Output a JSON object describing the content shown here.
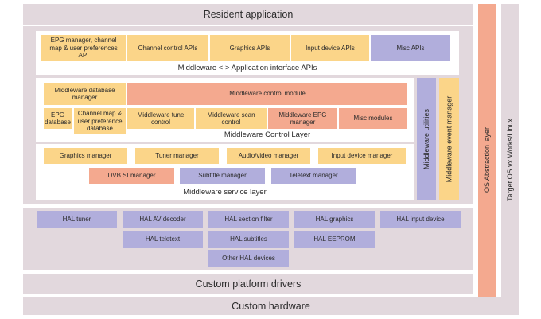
{
  "colors": {
    "band": "#e2d8dd",
    "orange": "#fbd589",
    "salmon": "#f4a98f",
    "purple": "#b1aedc",
    "panel": "#ffffff"
  },
  "top_band": {
    "label": "Resident application"
  },
  "api_layer": {
    "boxes": [
      "EPG manager, channel map & user preferences API",
      "Channel control APIs",
      "Graphics APIs",
      "Input device APIs",
      "Misc APIs"
    ],
    "label": "Middleware < > Application interface APIs"
  },
  "control_layer": {
    "db_manager": "Middleware database manager",
    "control_module": "Middleware control module",
    "epg_database": "EPG database",
    "channel_map_db": "Channel map & user preference database",
    "tune_control": "Middleware tune control",
    "scan_control": "Middleware scan control",
    "epg_manager": "Middleware EPG manager",
    "misc_modules": "Misc modules",
    "label": "Middleware Control Layer"
  },
  "service_layer": {
    "graphics_manager": "Graphics manager",
    "tuner_manager": "Tuner manager",
    "av_manager": "Audio/video manager",
    "input_manager": "Input device manager",
    "dvb_si_manager": "DVB SI manager",
    "subtitle_manager": "Subtitle manager",
    "teletext_manager": "Teletext manager",
    "label": "Middleware service layer"
  },
  "side": {
    "utilities": "Middleware utilities",
    "event_manager": "Middleware event manager",
    "os_abstraction": "OS Abstraction layer",
    "target_os": "Target OS vx Works/Linux"
  },
  "hal": {
    "tuner": "HAL tuner",
    "av_decoder": "HAL AV decoder",
    "section_filter": "HAL section filter",
    "graphics": "HAL graphics",
    "input_device": "HAL input device",
    "teletext": "HAL teletext",
    "subtitles": "HAL subtitles",
    "eeprom": "HAL EEPROM",
    "other": "Other HAL devices"
  },
  "drivers_band": {
    "label": "Custom platform drivers"
  },
  "hardware_band": {
    "label": "Custom hardware"
  }
}
